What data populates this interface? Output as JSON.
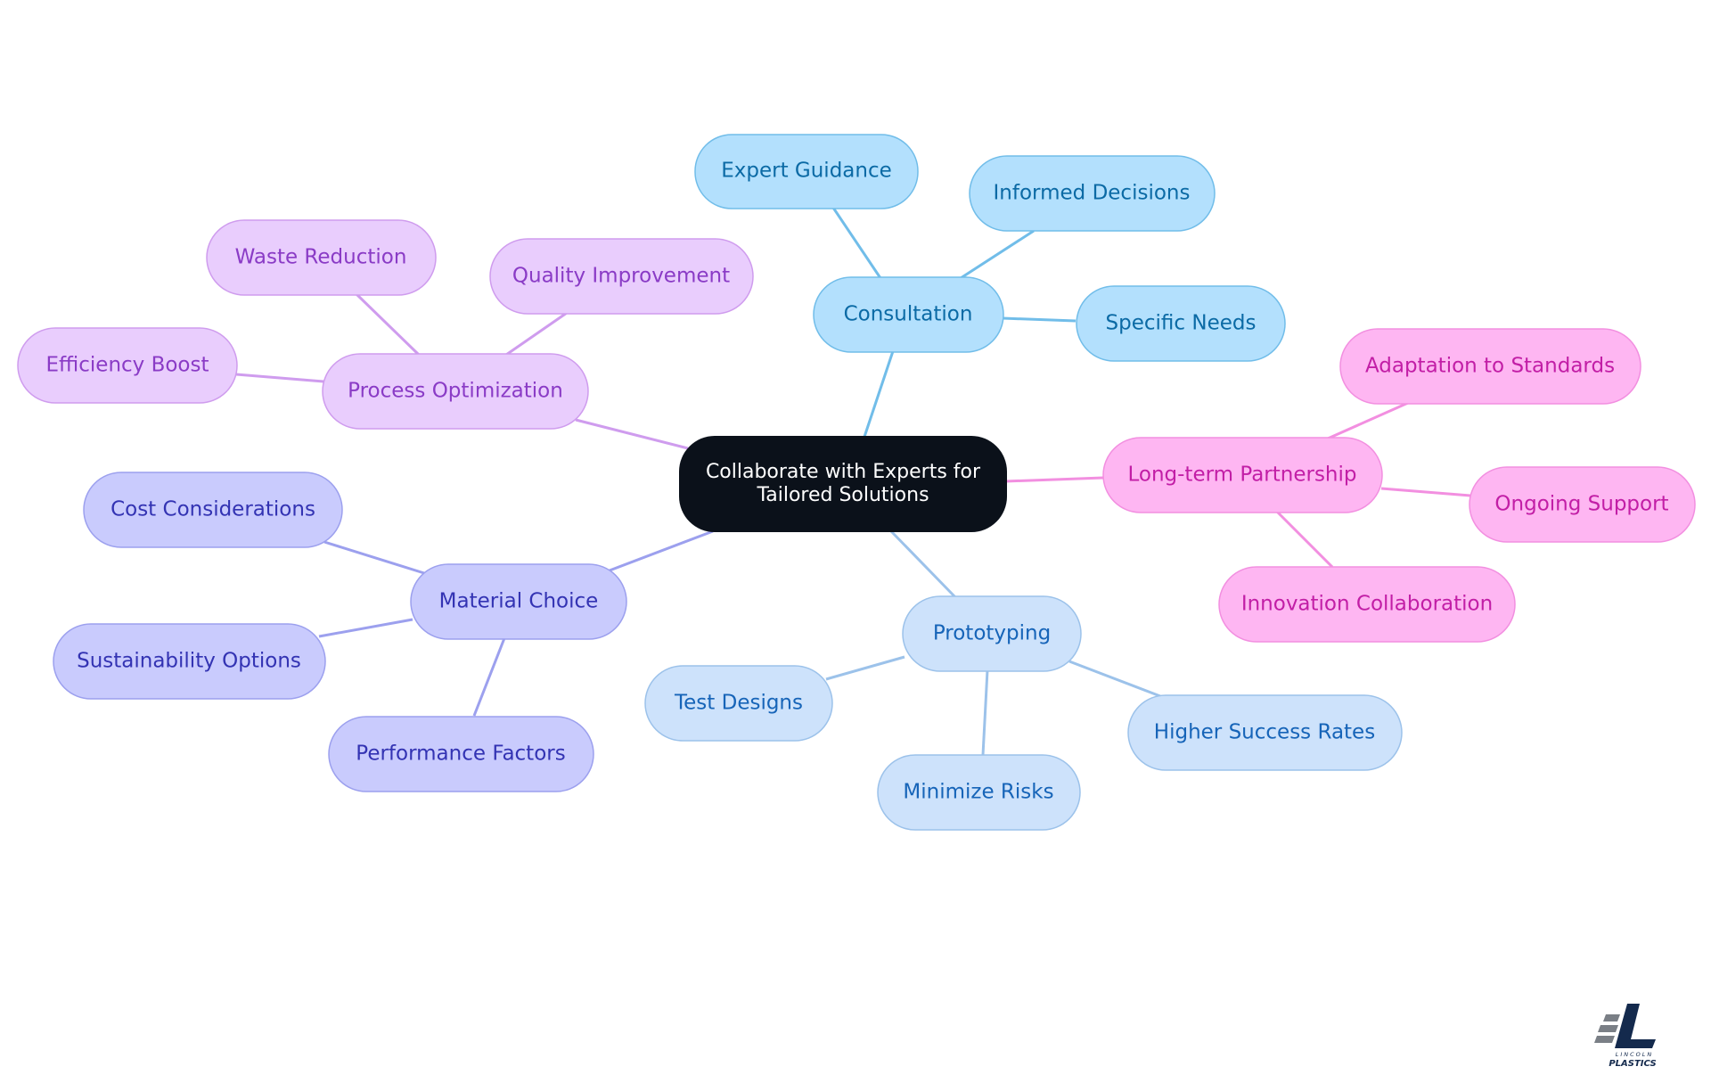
{
  "center": {
    "line1": "Collaborate with Experts for",
    "line2": "Tailored Solutions"
  },
  "colors": {
    "center": {
      "fill": "#0b111a",
      "text": "#ffffff"
    },
    "consultation": {
      "fill": "#b3e0fd",
      "stroke": "#71bde9",
      "text": "#0b6aa5",
      "edge": "#71bde9"
    },
    "prototyping": {
      "fill": "#cde2fb",
      "stroke": "#9cc2ea",
      "text": "#1664b8",
      "edge": "#9cc2ea"
    },
    "partnership": {
      "fill": "#feb6f2",
      "stroke": "#f28fe0",
      "text": "#c21ea6",
      "edge": "#f28fe0"
    },
    "material": {
      "fill": "#c9cbfd",
      "stroke": "#9ca0ee",
      "text": "#3333b3",
      "edge": "#9ca0ee"
    },
    "process": {
      "fill": "#e9cdfd",
      "stroke": "#cf9cee",
      "text": "#8a3bc6",
      "edge": "#cf9cee"
    }
  },
  "branches": {
    "consultation": {
      "label": "Consultation",
      "children": [
        "Expert Guidance",
        "Informed Decisions",
        "Specific Needs"
      ]
    },
    "prototyping": {
      "label": "Prototyping",
      "children": [
        "Test Designs",
        "Minimize Risks",
        "Higher Success Rates"
      ]
    },
    "partnership": {
      "label": "Long-term Partnership",
      "children": [
        "Adaptation to Standards",
        "Ongoing Support",
        "Innovation Collaboration"
      ]
    },
    "material": {
      "label": "Material Choice",
      "children": [
        "Cost Considerations",
        "Sustainability Options",
        "Performance Factors"
      ]
    },
    "process": {
      "label": "Process Optimization",
      "children": [
        "Waste Reduction",
        "Quality Improvement",
        "Efficiency Boost"
      ]
    }
  },
  "logo": {
    "line1": "LINCOLN",
    "line2": "PLASTICS",
    "icon": "lincoln-plastics-logo"
  }
}
